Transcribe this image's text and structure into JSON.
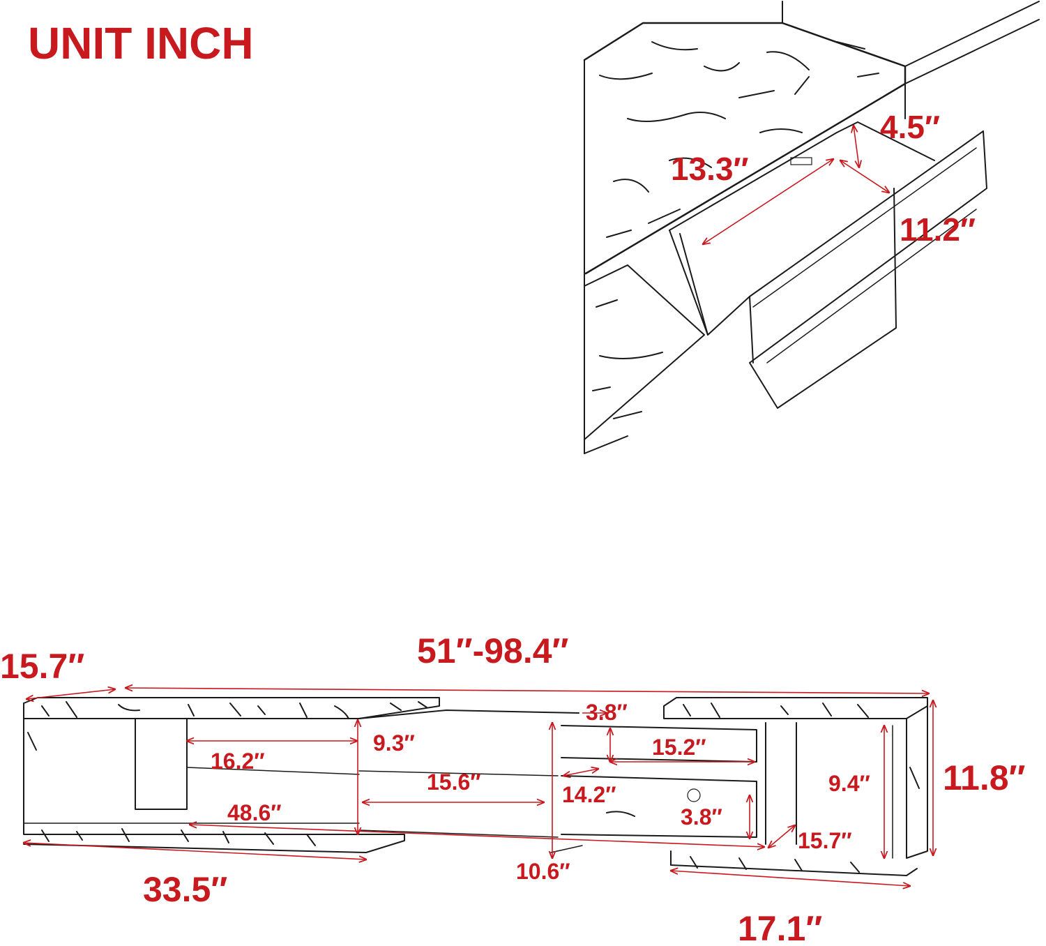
{
  "unit_title": "UNIT INCH",
  "colors": {
    "label": "#c8191f",
    "line": "#1a1a1a",
    "background": "#ffffff"
  },
  "detail_labels": {
    "drawer_height": "4.5″",
    "drawer_depth": "13.3″",
    "drawer_width": "11.2″"
  },
  "main_labels": {
    "top_depth": "15.7″",
    "total_length": "51″-98.4″",
    "center_gap_top": "3.8″",
    "shelf_height": "9.3″",
    "left_compartment": "16.2″",
    "drawer_upper_width": "15.2″",
    "center_shelf_width": "15.6″",
    "drawer_lower_width": "14.2″",
    "right_side_height": "9.4″",
    "overall_height": "11.8″",
    "extension_length": "48.6″",
    "drawer_gap_bottom": "3.8″",
    "right_depth": "15.7″",
    "center_height": "10.6″",
    "left_length": "33.5″",
    "right_length": "17.1″"
  }
}
